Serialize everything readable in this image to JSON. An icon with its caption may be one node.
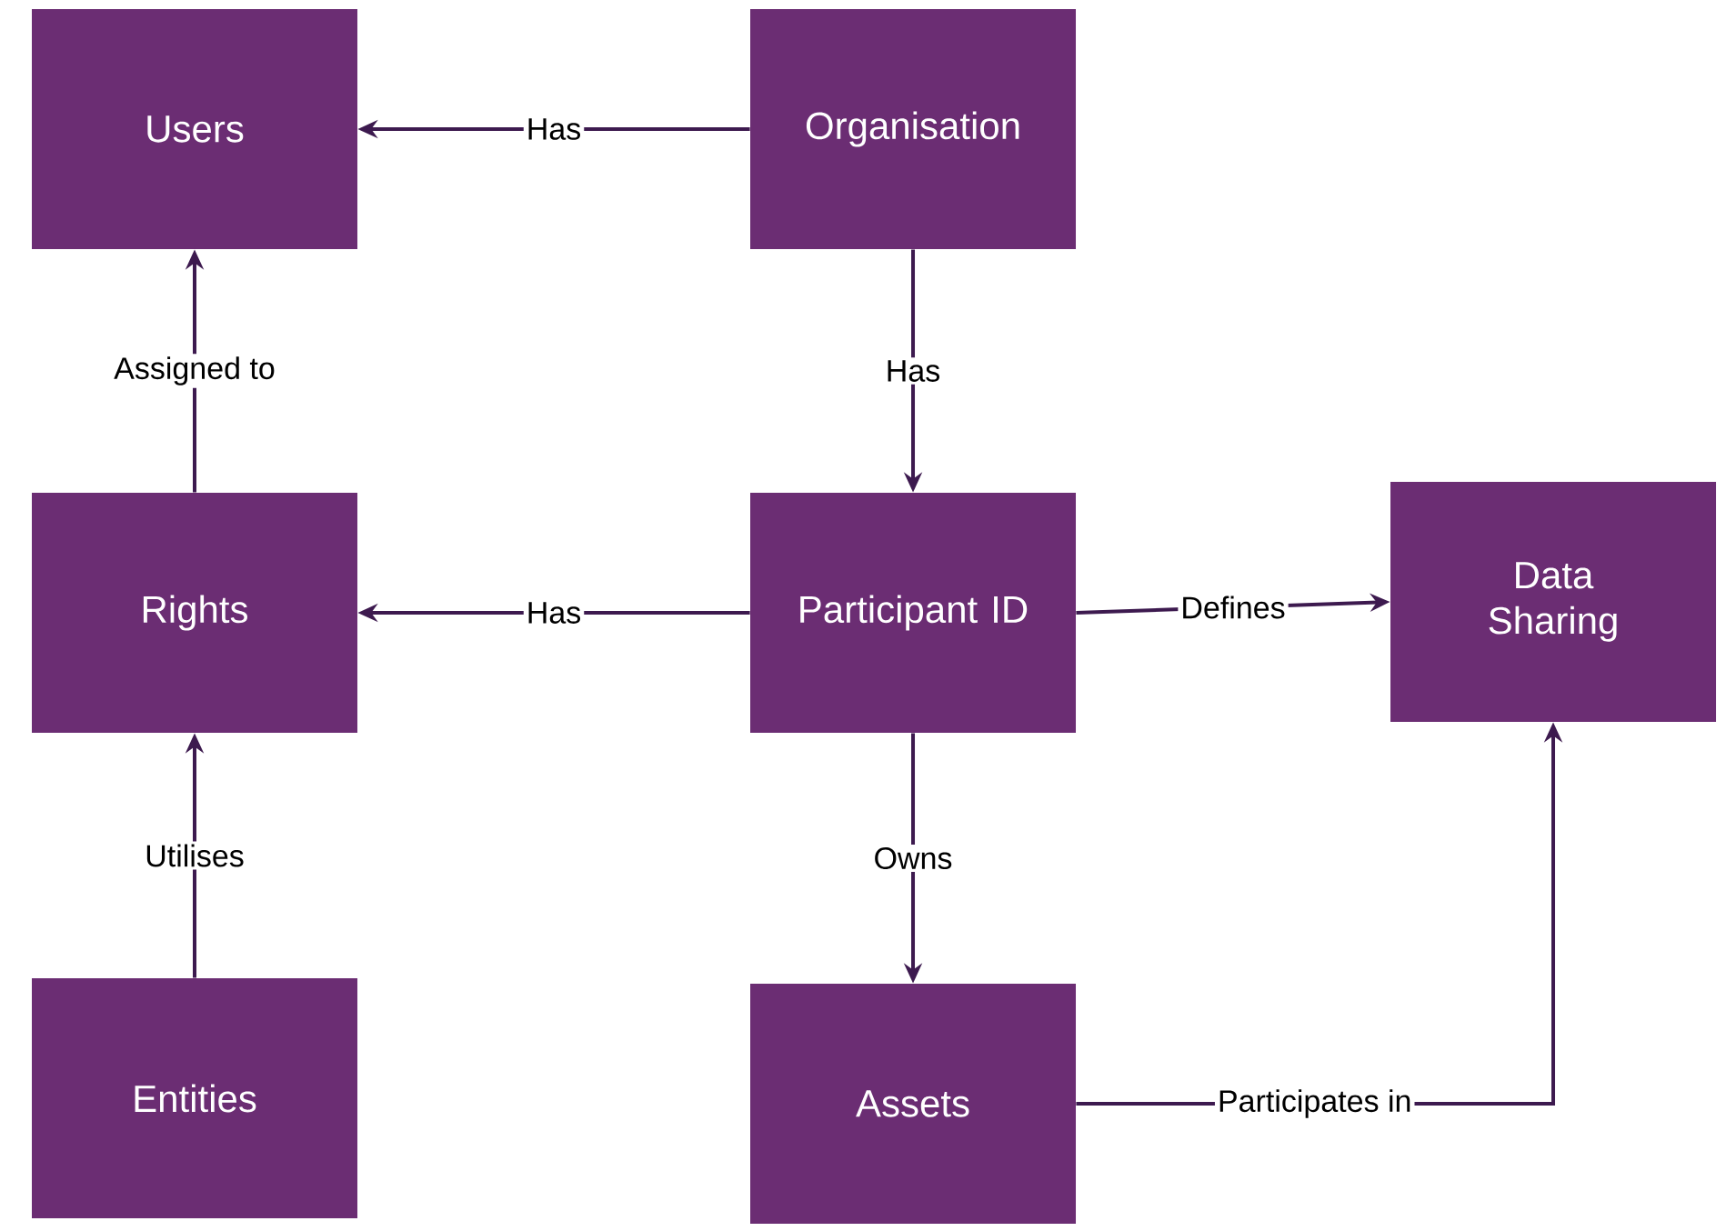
{
  "diagram": {
    "nodes": [
      {
        "text": [
          "Users"
        ]
      },
      {
        "text": [
          "Organisation"
        ]
      },
      {
        "text": [
          "Rights"
        ]
      },
      {
        "text": [
          "Participant ID"
        ]
      },
      {
        "text": [
          "Data Sharing"
        ]
      },
      {
        "text": [
          "Entities"
        ]
      },
      {
        "text": [
          "Assets"
        ]
      }
    ],
    "edges": [
      {
        "from": 1,
        "to": 0,
        "arrow": "to",
        "label": "Has"
      },
      {
        "from": 1,
        "to": 3,
        "arrow": "to",
        "label": "Has"
      },
      {
        "from": 2,
        "to": 0,
        "arrow": "to",
        "label": "Assigned to"
      },
      {
        "from": 3,
        "to": 2,
        "arrow": "to",
        "label": "Has"
      },
      {
        "from": 3,
        "to": 4,
        "arrow": "to",
        "label": "Defines"
      },
      {
        "from": 5,
        "to": 2,
        "arrow": "to",
        "label": "Utilises"
      },
      {
        "from": 3,
        "to": 6,
        "arrow": "to",
        "label": "Owns"
      },
      {
        "from": 6,
        "to": 4,
        "arrow": "to",
        "label": "Participates in"
      }
    ]
  }
}
